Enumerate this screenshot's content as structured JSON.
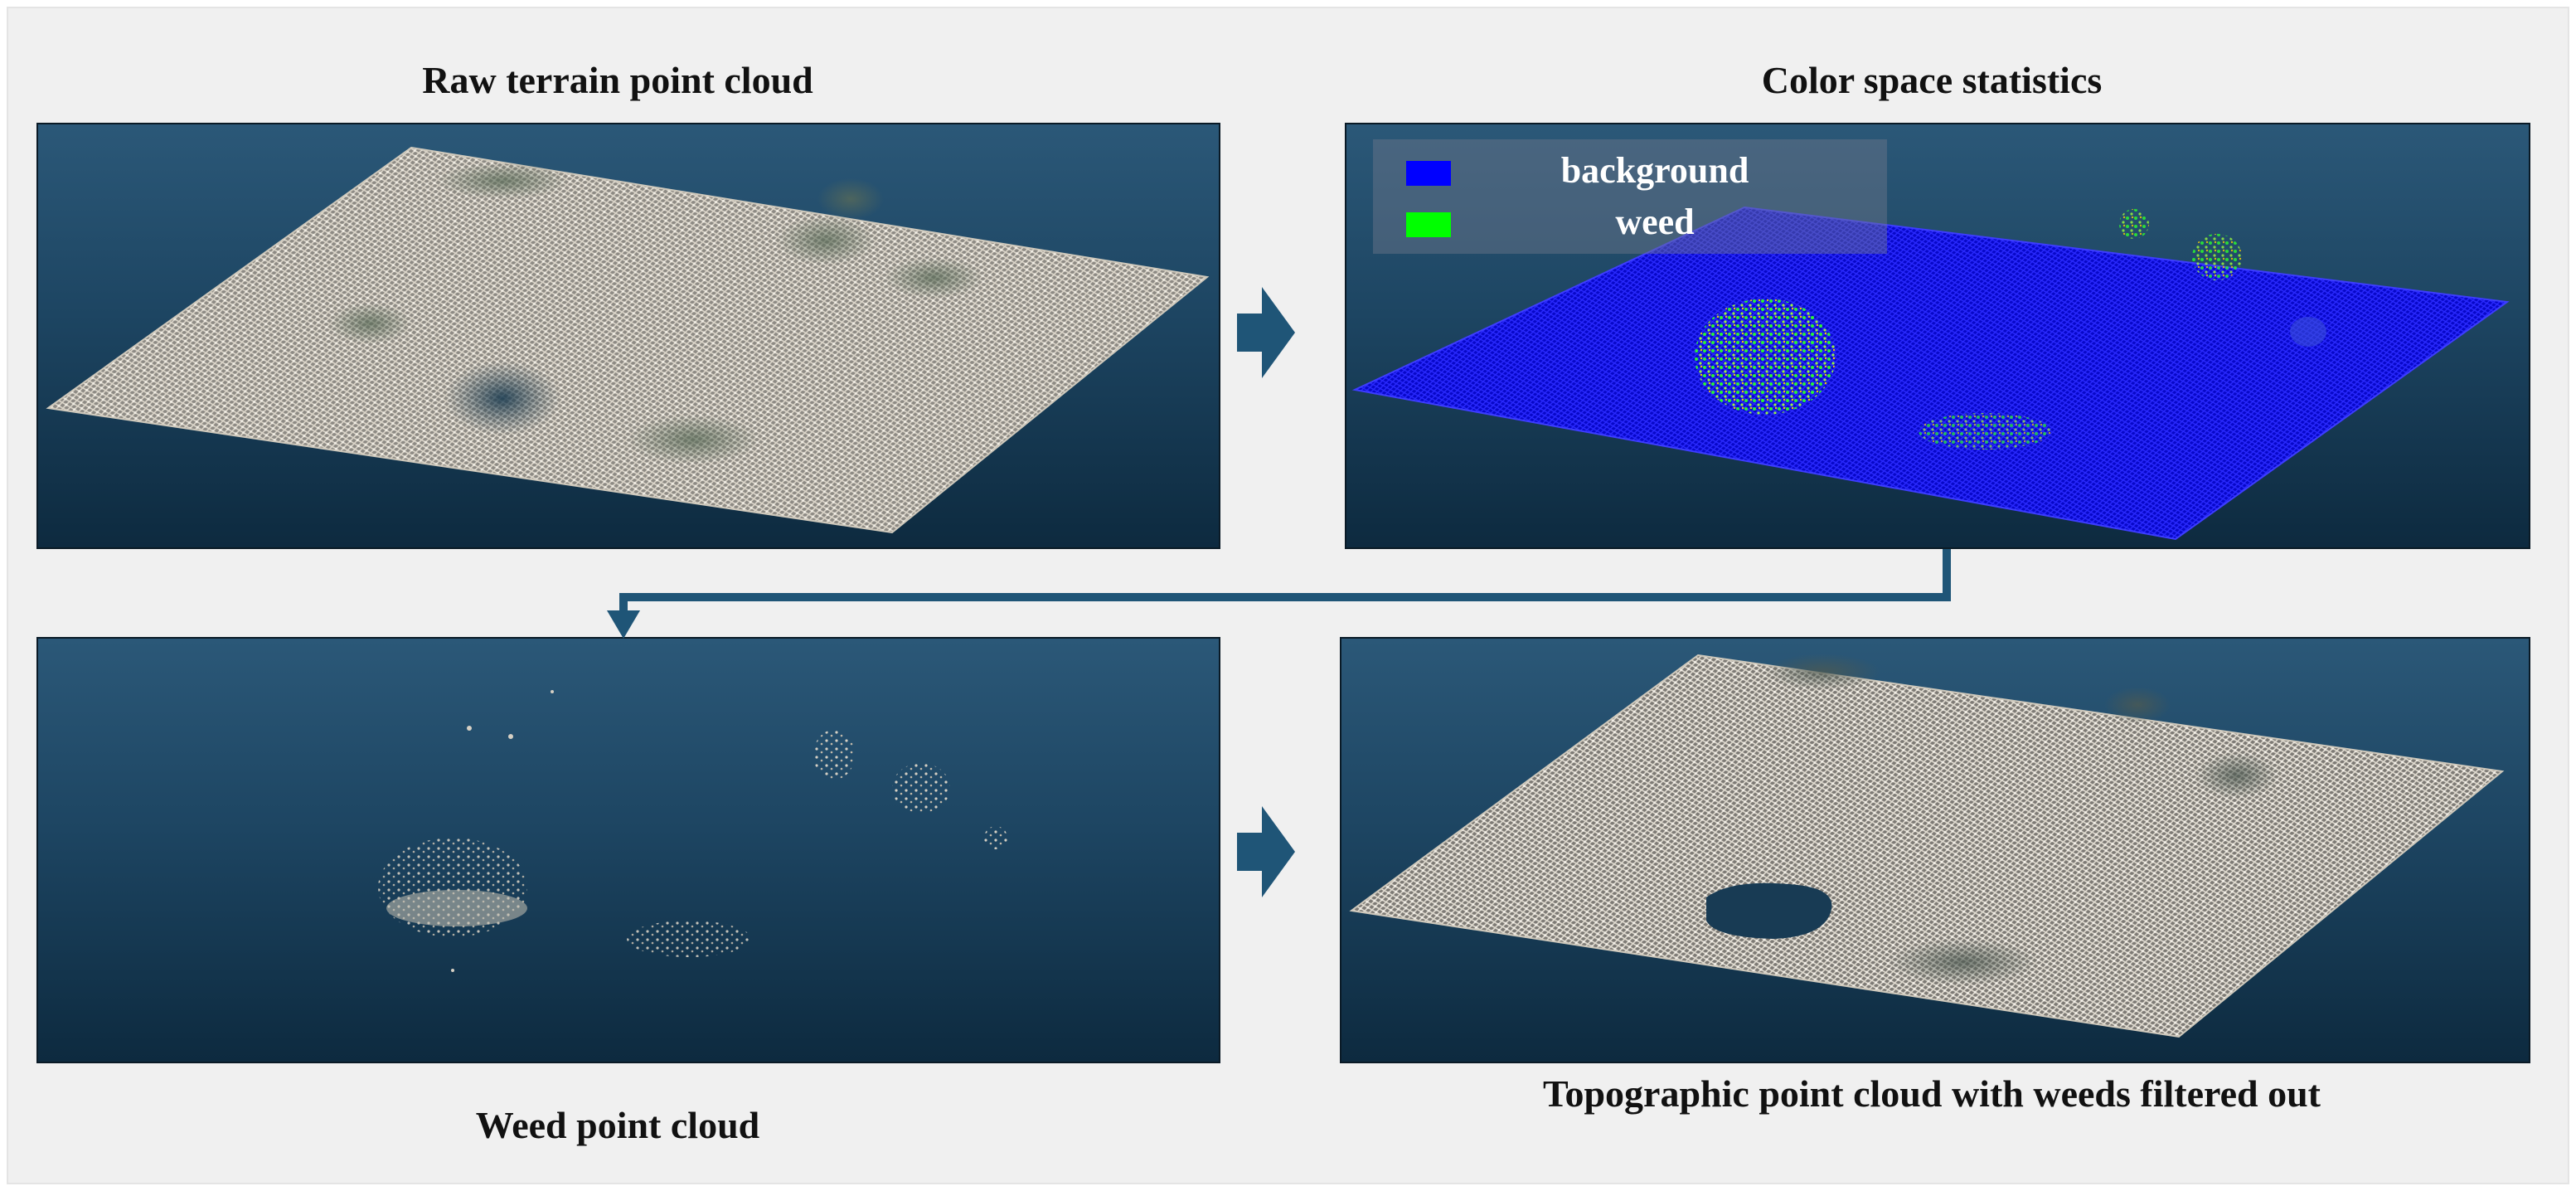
{
  "titles": {
    "raw": "Raw terrain point cloud",
    "color": "Color space statistics",
    "weed": "Weed point cloud",
    "topo": "Topographic point cloud with weeds filtered out"
  },
  "legend": {
    "items": [
      {
        "label": "background",
        "color": "#0000ff"
      },
      {
        "label": "weed",
        "color": "#00ff00"
      }
    ]
  },
  "colors": {
    "panel_top": "#2b5878",
    "panel_bottom": "#0d2a3f",
    "arrow": "#1f5577",
    "terrain_points": "#d6d0c4",
    "background_points": "#1010e6",
    "weed_points": "#2bd62b"
  }
}
